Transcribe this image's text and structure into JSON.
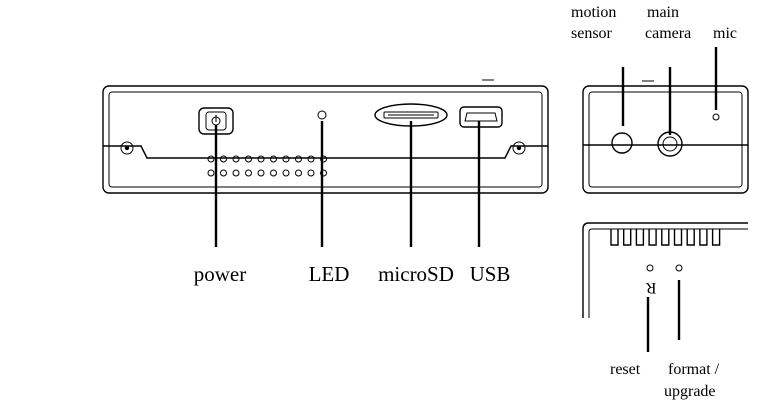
{
  "front_labels": {
    "power": "power",
    "led": "LED",
    "microsd": "microSD",
    "usb": "USB"
  },
  "side_labels": {
    "motion_sensor_line1": "motion",
    "motion_sensor_line2": "sensor",
    "main_camera_line1": "main",
    "main_camera_line2": "camera",
    "mic": "mic"
  },
  "back_labels": {
    "reset": "reset",
    "format_line1": "format /",
    "format_line2": "upgrade",
    "reset_marking": "R"
  }
}
